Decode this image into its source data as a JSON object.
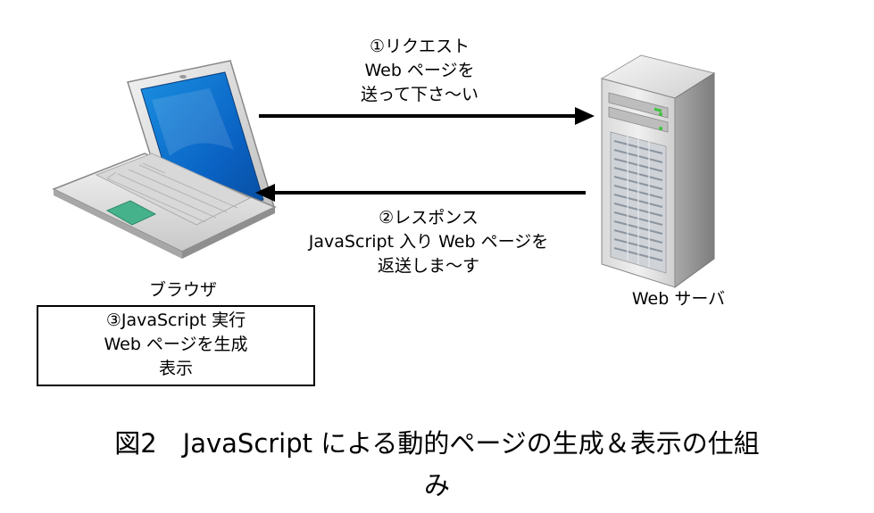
{
  "request_label": [
    "①リクエスト",
    "Web ページを",
    "送って下さ～い"
  ],
  "response_label": [
    "②レスポンス",
    "JavaScript 入り Web ページを",
    "返送しま～す"
  ],
  "browser_label": "ブラウザ",
  "server_label": "Web サーバ",
  "browser_box": [
    "③JavaScript 実行",
    "Web ページを生成",
    "表示"
  ],
  "caption": {
    "line1": "図2　JavaScript による動的ページの生成＆表示の仕組",
    "line2": "み"
  }
}
